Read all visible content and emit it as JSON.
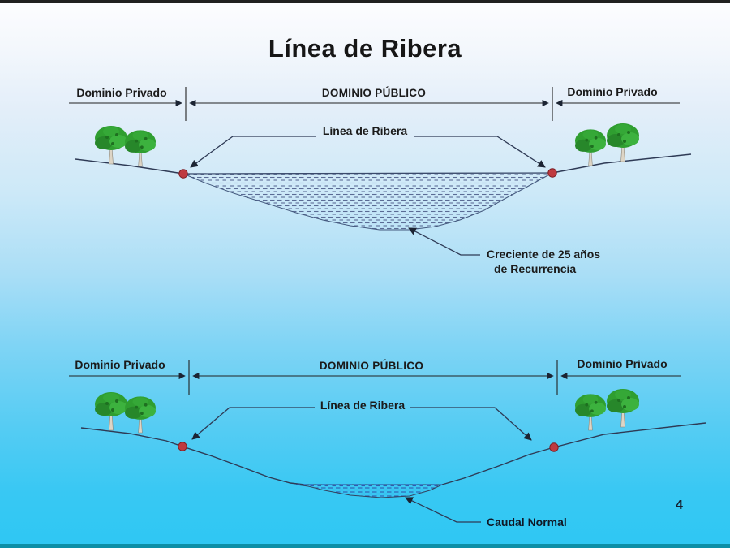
{
  "slide": {
    "title": "Línea de Ribera",
    "page_number": "4"
  },
  "upper_diagram": {
    "left_private_label": "Dominio Privado",
    "public_label": "DOMINIO PÚBLICO",
    "right_private_label": "Dominio Privado",
    "ribera_label": "Línea de Ribera",
    "flood_caption_line1": "Creciente de 25 años",
    "flood_caption_line2": "de Recurrencia"
  },
  "lower_diagram": {
    "left_private_label": "Dominio Privado",
    "public_label": "DOMINIO PÚBLICO",
    "right_private_label": "Dominio Privado",
    "ribera_label": "Línea de Ribera",
    "flow_caption": "Caudal Normal"
  },
  "colors": {
    "background_top": "#fdfdff",
    "background_bottom": "#2ec7f3",
    "ribera_marker_red": "#bf3a40",
    "tree_green": "#2f9e30",
    "line_dark": "#2e3a55",
    "flood_hatch": "#5a6b94",
    "flow_hatch": "#2f5cae",
    "bottom_bar": "#0c8fa6"
  }
}
